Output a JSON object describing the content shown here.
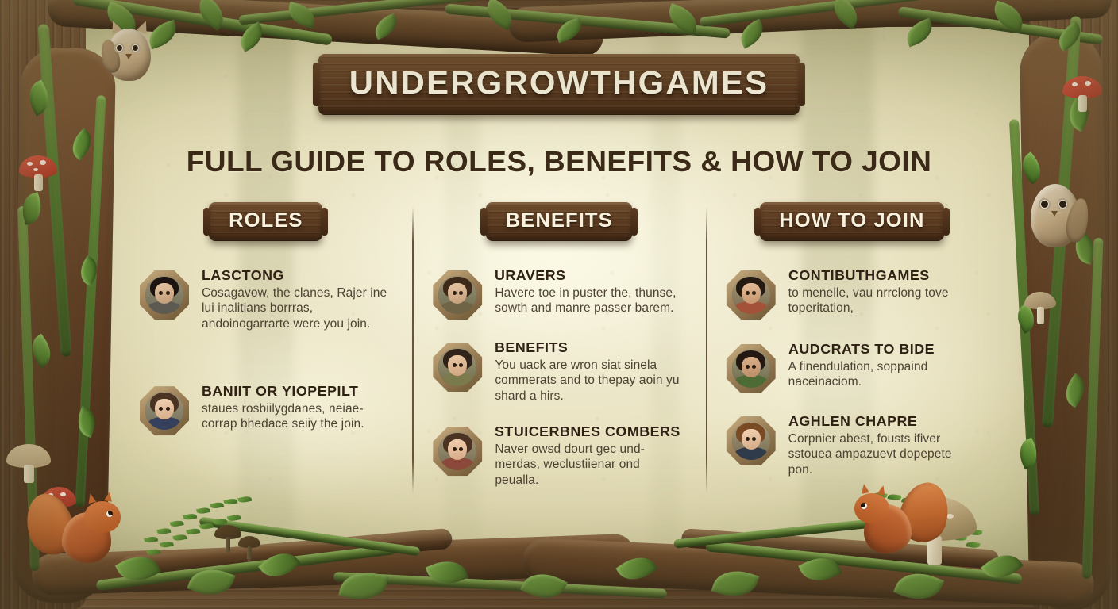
{
  "header": {
    "brand_sign": "UNDERGROWTHGAMES",
    "subtitle": "FULL GUIDE TO ROLES, BENEFITS & HOW TO JOIN"
  },
  "theme": {
    "parchment": "#efe9cf",
    "wood_dark": "#5a3a20",
    "wood_light": "#6e4b2c",
    "ink": "#2f2114",
    "body_ink": "#4d4233",
    "sign_text": "#f6f0dc",
    "vine_green": "#4d6f29",
    "squirrel_orange": "#b35526",
    "owl_cream": "#c2a983",
    "medallion_bronze": "#9c8058"
  },
  "columns": [
    {
      "heading": "ROLES",
      "entries": [
        {
          "name": "LASCTONG",
          "desc": "Cosagavow, the clanes, Rajer ine lui inalitians borrras, andoinogarrarte were you join.",
          "avatar": {
            "hair": "#1c1410",
            "cloth": "#5d5a52",
            "skin": "#caa07a"
          }
        },
        {
          "name": "BANiit or yiopepilt",
          "desc": "staues rosbiilygdanes, neiae-corrap bhedace seiiy the join.",
          "avatar": {
            "hair": "#4a3322",
            "cloth": "#35405c",
            "skin": "#e2bd9c"
          }
        }
      ]
    },
    {
      "heading": "BENEFITS",
      "entries": [
        {
          "name": "URAVERS",
          "desc": "Havere toe in puster the, thunse, sowth and manre passer barem.",
          "avatar": {
            "hair": "#3d2a19",
            "cloth": "#6f6446",
            "skin": "#d9b894"
          }
        },
        {
          "name": "BENEFITS",
          "desc": "You uack are wron siat sinela commerats and to thepay aoin yu shard a hirs.",
          "avatar": {
            "hair": "#30231a",
            "cloth": "#7b7a4c",
            "skin": "#ddb893"
          }
        },
        {
          "name": "STUICERBNES COMBERS",
          "desc": "Naver owsd dourt gec und-merdas, weclustiienar ond peualla.",
          "avatar": {
            "hair": "#4b3222",
            "cloth": "#8d4a3c",
            "skin": "#e6c1a0"
          }
        }
      ]
    },
    {
      "heading": "HOW TO JOIN",
      "entries": [
        {
          "name": "CONTIBUTHGAMES",
          "desc": "to menelle, vau nrrclong tove toperitation,",
          "avatar": {
            "hair": "#241a12",
            "cloth": "#a4513a",
            "skin": "#d9ab85"
          }
        },
        {
          "name": "AUDCRATS TO BIDE",
          "desc": "A finendulation, soppaind naceinaciom.",
          "avatar": {
            "hair": "#241812",
            "cloth": "#4d6b34",
            "skin": "#cfa37d"
          }
        },
        {
          "name": "AGHLEN CHAPRE",
          "desc": "Corpnier abest, fousts ifiver sstouea ampazuevt dopepete pon.",
          "avatar": {
            "hair": "#7a4a24",
            "cloth": "#2f3a4a",
            "skin": "#e5c0a2"
          }
        }
      ]
    }
  ],
  "decor": {
    "corner_top_left_animal": "owl",
    "corner_right_animal": "owl",
    "corner_bottom_left_animal": "squirrel",
    "corner_bottom_right_animal": "squirrel",
    "border_elements": "vines, branches, leaves, ferns, mushrooms"
  }
}
